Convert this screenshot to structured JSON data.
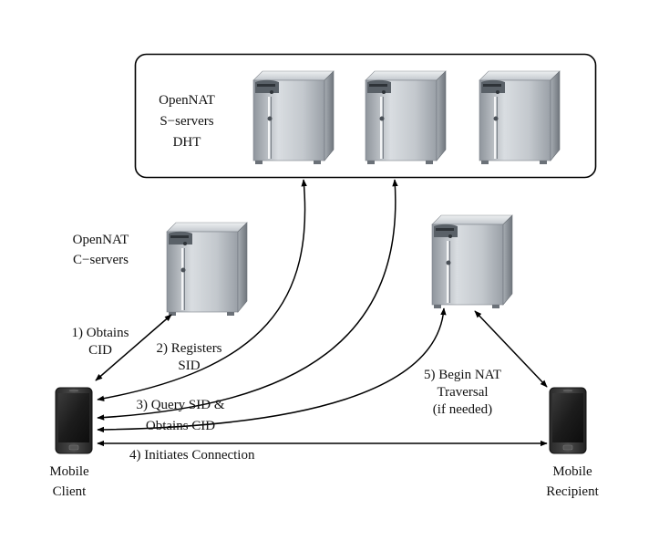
{
  "diagram": {
    "sservers": {
      "line1": "OpenNAT",
      "line2": "S−servers",
      "line3": "DHT"
    },
    "cservers": {
      "line1": "OpenNAT",
      "line2": "C−servers"
    },
    "steps": {
      "step1_line1": "1) Obtains",
      "step1_line2": "CID",
      "step2_line1": "2) Registers",
      "step2_line2": "SID",
      "step3_line1": "3) Query SID &",
      "step3_line2": "Obtains CID",
      "step4": "4) Initiates Connection",
      "step5_line1": "5) Begin NAT",
      "step5_line2": "Traversal",
      "step5_line3": "(if needed)"
    },
    "client": {
      "line1": "Mobile",
      "line2": "Client"
    },
    "recipient": {
      "line1": "Mobile",
      "line2": "Recipient"
    }
  }
}
